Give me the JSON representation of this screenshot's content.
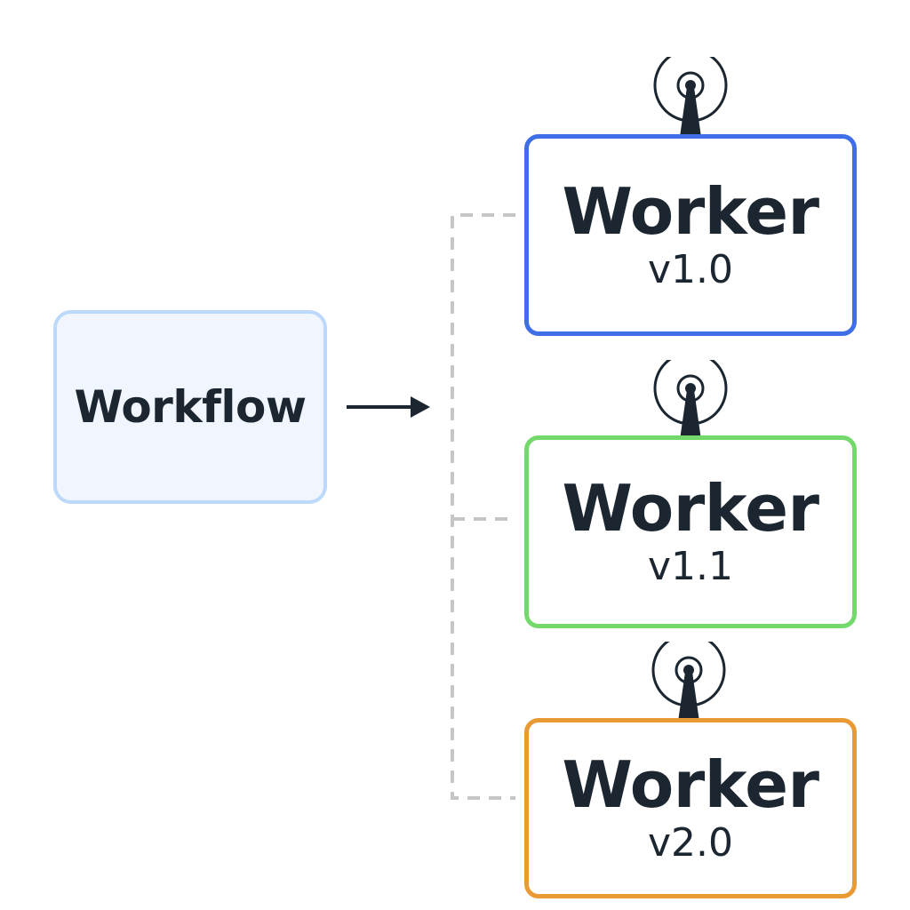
{
  "workflow": {
    "label": "Workflow"
  },
  "workers": [
    {
      "title": "Worker",
      "version": "v1.0",
      "color": "#3f6fe6"
    },
    {
      "title": "Worker",
      "version": "v1.1",
      "color": "#74d96b"
    },
    {
      "title": "Worker",
      "version": "v2.0",
      "color": "#e99a34"
    }
  ],
  "colors": {
    "text": "#1b2630",
    "workflow_border": "#bcd8fb",
    "workflow_fill": "#f1f6fe",
    "dashed_connector": "#c6c6c6",
    "arrow": "#1b2630"
  },
  "icons": [
    "arrow-right-icon",
    "antenna-broadcast-icon"
  ]
}
